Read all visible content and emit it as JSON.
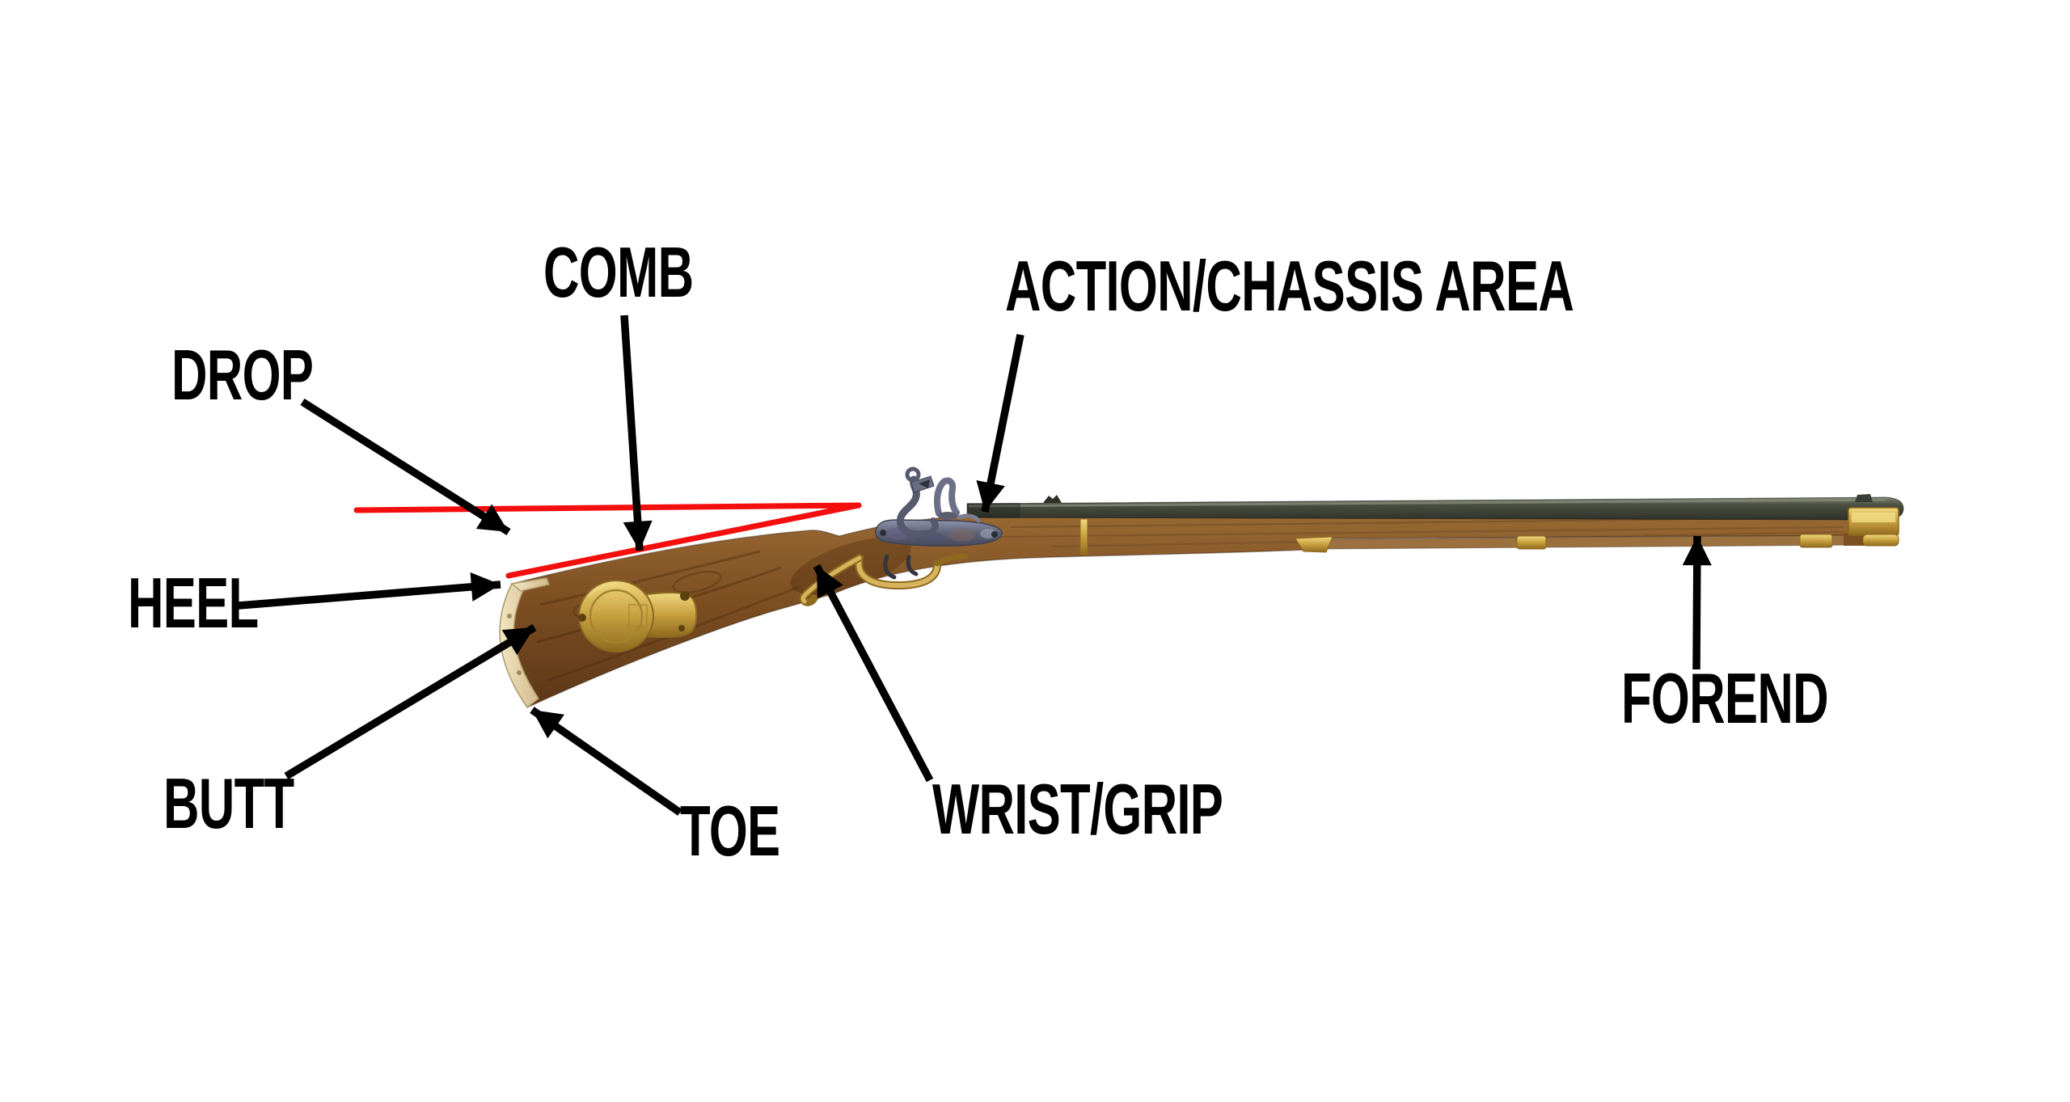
{
  "page": {
    "background": "#ffffff"
  },
  "palette": {
    "page_bg": "#ffffff",
    "ink": "#000000",
    "guide_red": "#f40e0e",
    "wood": "#7e4f22",
    "wood_dark": "#58351a",
    "wood_light": "#a6783e",
    "brass": "#d4ad52",
    "brass_dark": "#8f6a1e",
    "buttplate": "#e9dbb4",
    "barrel": "#4b4f43",
    "barrel_light": "#7c8070",
    "steel_blue": "#6a6f86"
  },
  "labels": {
    "comb": "COMB",
    "drop": "DROP",
    "heel": "HEEL",
    "butt": "BUTT",
    "toe": "TOE",
    "wrist_grip": "WRIST/GRIP",
    "action_chassis": "ACTION/CHASSIS AREA",
    "forend": "FOREND"
  }
}
